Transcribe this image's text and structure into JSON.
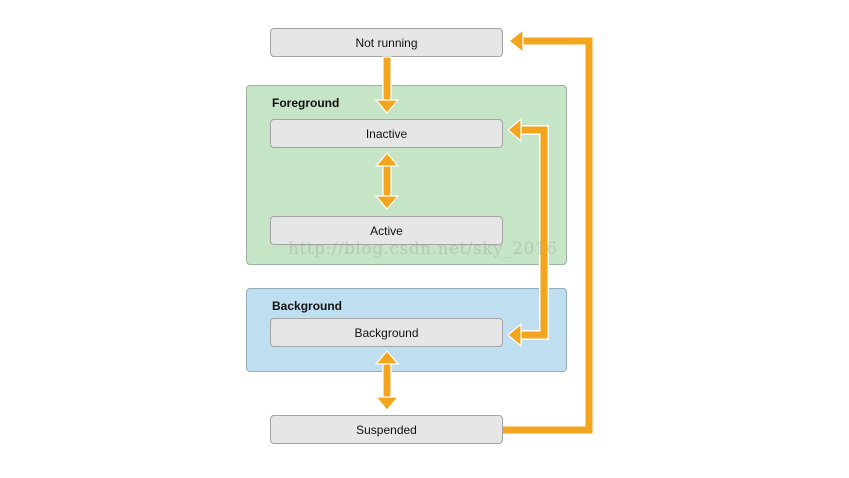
{
  "groups": {
    "foreground": {
      "title": "Foreground",
      "color": "#c6e4c6"
    },
    "background": {
      "title": "Background",
      "color": "#bfdff0"
    }
  },
  "states": {
    "not_running": "Not running",
    "inactive": "Inactive",
    "active": "Active",
    "background": "Background",
    "suspended": "Suspended"
  },
  "arrow_color": "#f2a51d",
  "watermark": "http://blog.csdn.net/sky_2016"
}
